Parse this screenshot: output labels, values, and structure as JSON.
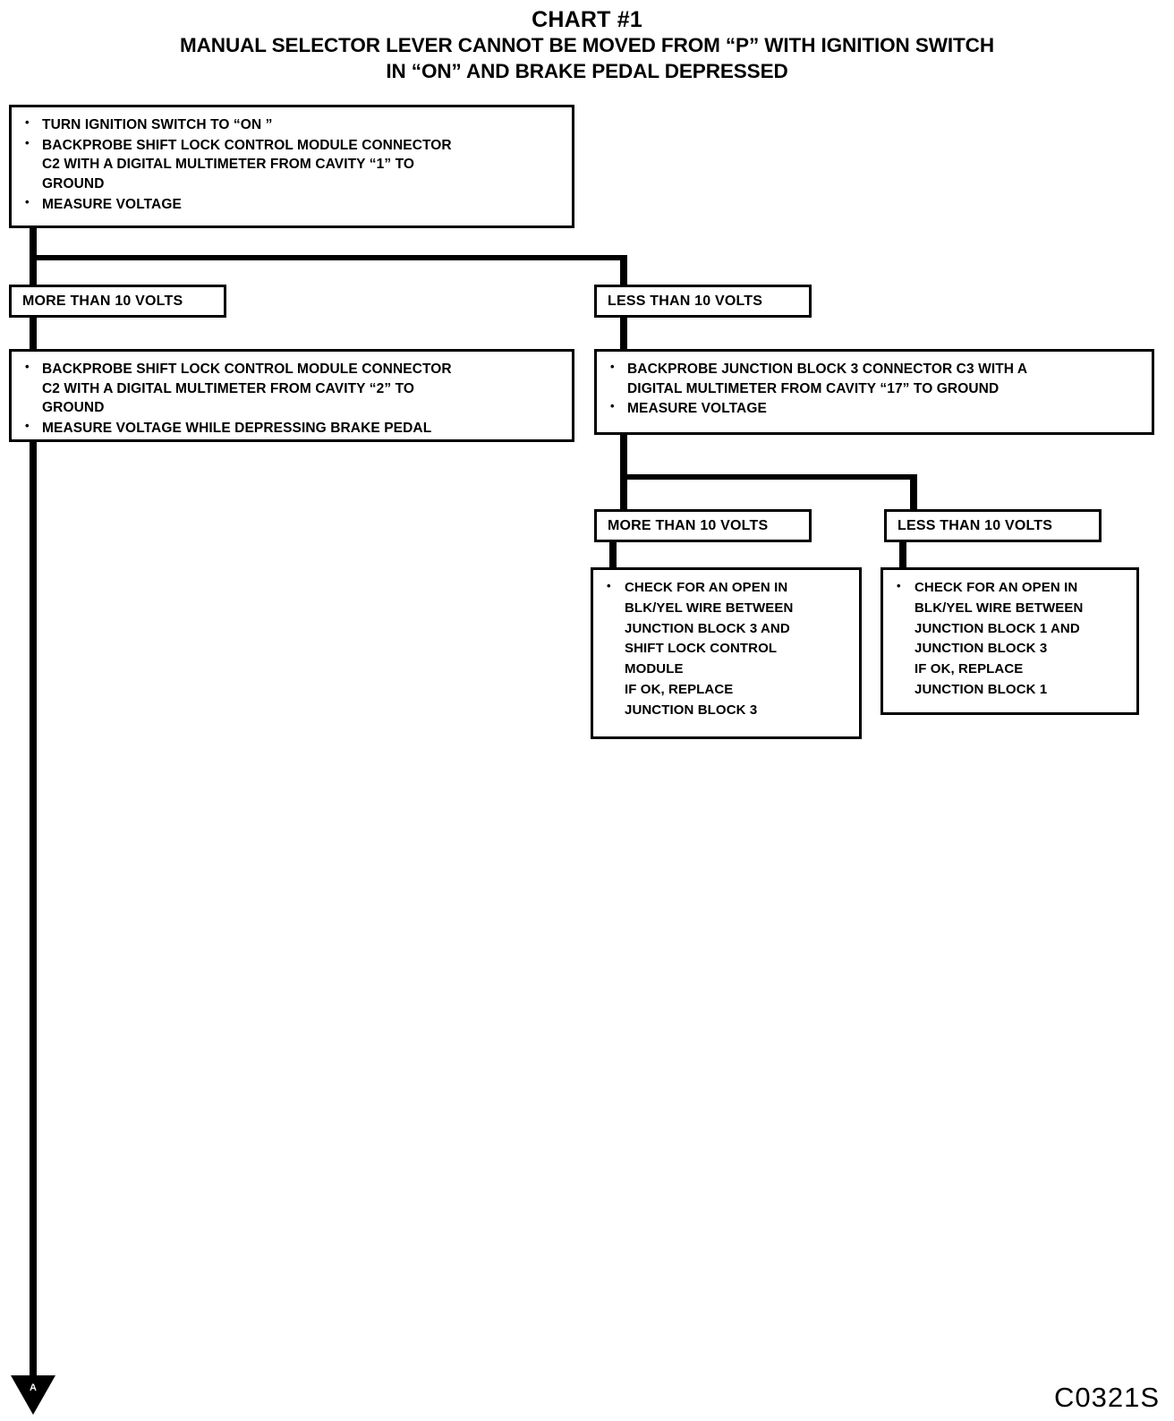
{
  "title": {
    "main": "CHART #1",
    "sub_line1": "MANUAL SELECTOR LEVER CANNOT BE MOVED FROM “P” WITH IGNITION SWITCH",
    "sub_line2": "IN “ON” AND BRAKE PEDAL DEPRESSED"
  },
  "nodes": {
    "start": {
      "id": "start",
      "type": "action-box",
      "bullets": [
        "TURN IGNITION SWITCH TO “ON ”",
        "BACKPROBE SHIFT LOCK CONTROL MODULE CONNECTOR\nC2 WITH A DIGITAL MULTIMETER FROM CAVITY “1” TO\nGROUND",
        "MEASURE VOLTAGE"
      ]
    },
    "branch_l1_more": {
      "id": "branch_l1_more",
      "type": "decision-label",
      "label": "MORE THAN 10 VOLTS"
    },
    "branch_l1_less": {
      "id": "branch_l1_less",
      "type": "decision-label",
      "label": "LESS THAN 10 VOLTS"
    },
    "left_test": {
      "id": "left_test",
      "type": "action-box",
      "bullets": [
        "BACKPROBE SHIFT LOCK CONTROL MODULE CONNECTOR\nC2 WITH A DIGITAL MULTIMETER FROM CAVITY “2” TO\nGROUND",
        "MEASURE VOLTAGE WHILE DEPRESSING BRAKE PEDAL"
      ]
    },
    "right_test": {
      "id": "right_test",
      "type": "action-box",
      "bullets": [
        "BACKPROBE JUNCTION BLOCK 3 CONNECTOR C3 WITH A\nDIGITAL MULTIMETER FROM CAVITY “17” TO GROUND",
        "MEASURE VOLTAGE"
      ]
    },
    "branch_l2_more": {
      "id": "branch_l2_more",
      "type": "decision-label",
      "label": "MORE THAN 10 VOLTS"
    },
    "branch_l2_less": {
      "id": "branch_l2_less",
      "type": "decision-label",
      "label": "LESS THAN 10 VOLTS"
    },
    "result_more": {
      "id": "result_more",
      "type": "action-box",
      "bullets": [
        "CHECK FOR AN OPEN IN\nBLK/YEL WIRE BETWEEN\nJUNCTION BLOCK 3 AND\nSHIFT LOCK CONTROL\nMODULE\nIF OK, REPLACE\nJUNCTION BLOCK 3"
      ]
    },
    "result_less": {
      "id": "result_less",
      "type": "action-box",
      "bullets": [
        "CHECK FOR AN OPEN IN\nBLK/YEL WIRE BETWEEN\nJUNCTION BLOCK 1 AND\nJUNCTION BLOCK 3\nIF OK, REPLACE\nJUNCTION BLOCK 1"
      ]
    }
  },
  "connector": {
    "off_page_label": "A"
  },
  "footer": {
    "document_code": "C0321S"
  },
  "colors": {
    "ink": "#000000",
    "page": "#ffffff"
  }
}
